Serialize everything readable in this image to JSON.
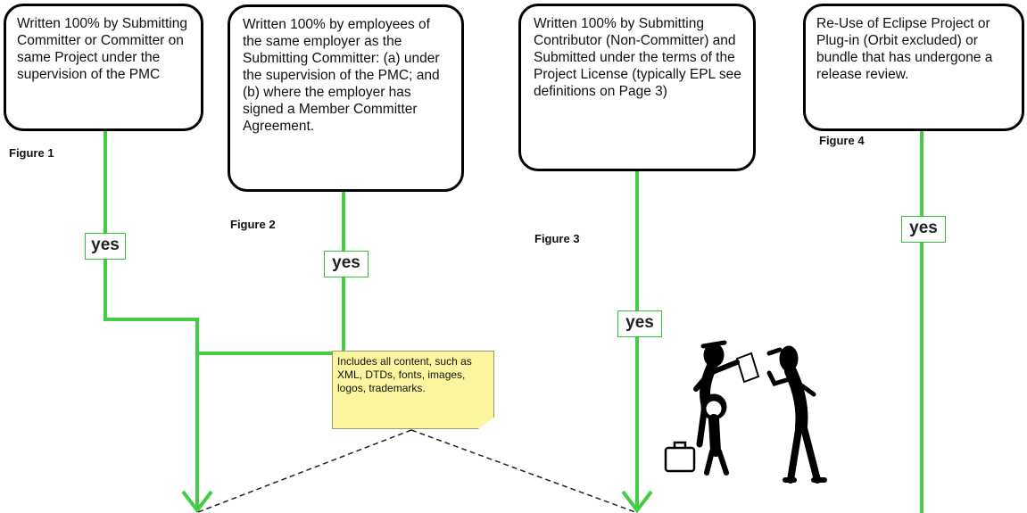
{
  "boxes": {
    "box1": "Written 100% by Submitting Committer or Committer on same Project under the supervision of the PMC",
    "box2": "Written 100% by employees of the same employer as the Submitting Committer:  (a) under the supervision of the PMC; and (b) where the employer has signed a Member Committer Agreement.",
    "box3": "Written 100% by Submitting Contributor (Non-Committer) and Submitted under the terms of the Project License (typically EPL see definitions on Page 3)",
    "box4": "Re-Use of Eclipse Project or Plug-in (Orbit excluded) or bundle that has undergone a release review."
  },
  "figures": {
    "fig1": "Figure 1",
    "fig2": "Figure 2",
    "fig3": "Figure 3",
    "fig4": "Figure 4"
  },
  "yes_label": "yes",
  "note": "Includes all content, such as XML, DTDs, fonts, images, logos, trademarks.",
  "colors": {
    "connector": "#44cc44",
    "note_fill": "#fbf59f",
    "box_border": "#000000"
  }
}
